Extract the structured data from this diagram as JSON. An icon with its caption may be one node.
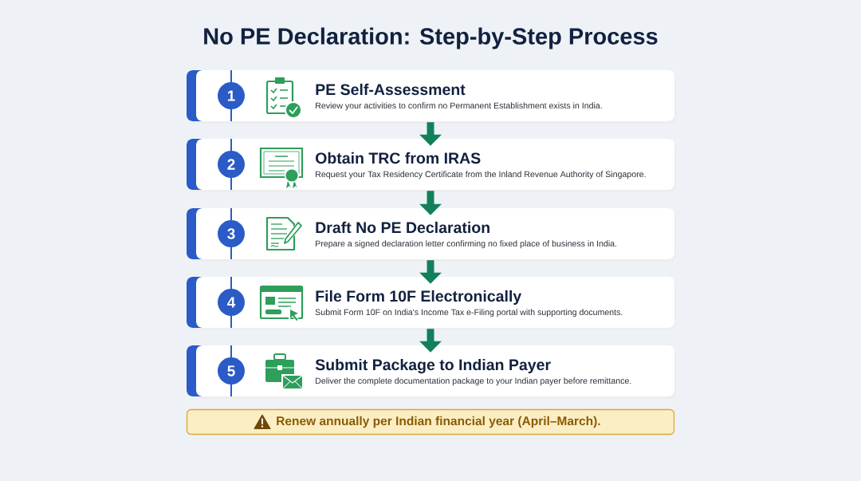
{
  "diagram": {
    "title": "No PE Declaration: Step-by-Step Process",
    "nodes": [
      {
        "text": [
          "1",
          "PE Self-Assessment",
          "Review your activities to confirm no Permanent Establishment exists in India."
        ]
      },
      {
        "text": [
          "2",
          "Obtain TRC from IRAS",
          "Request your Tax Residency Certificate from the Inland Revenue Authority of Singapore."
        ]
      },
      {
        "text": [
          "3",
          "Draft No PE Declaration",
          "Prepare a signed declaration letter confirming no fixed place of business in India."
        ]
      },
      {
        "text": [
          "4",
          "File Form 10F Electronically",
          "Submit Form 10F on India's Income Tax e-Filing portal with supporting documents."
        ]
      },
      {
        "text": [
          "5",
          "Submit Package to Indian Payer",
          "Deliver the complete documentation package to your Indian payer before remittance."
        ]
      },
      {
        "text": [
          "Renew annually per Indian financial year (April–March)."
        ]
      }
    ],
    "edges": [
      {
        "from": 0,
        "to": 1,
        "arrow": "to"
      },
      {
        "from": 1,
        "to": 2,
        "arrow": "to"
      },
      {
        "from": 2,
        "to": 3,
        "arrow": "to"
      },
      {
        "from": 3,
        "to": 4,
        "arrow": "to"
      }
    ]
  }
}
